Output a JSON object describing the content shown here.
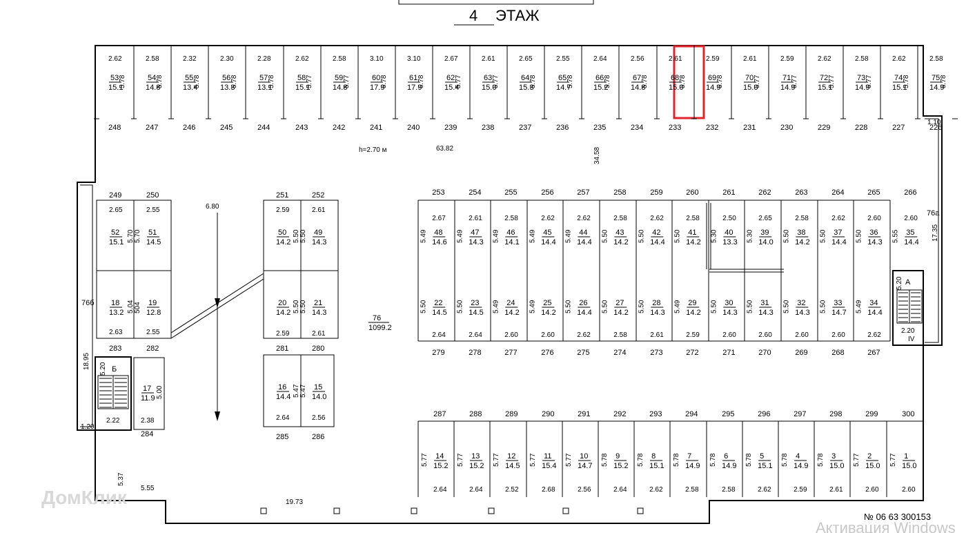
{
  "header": {
    "floor_number": "4",
    "floor_label": "ЭТАЖ"
  },
  "footer": {
    "document_number": "№ 06 63 300153",
    "activation_text": "Активация Windows",
    "watermark": "ДомКлик"
  },
  "notes": {
    "height": "h=2.70 м",
    "width_total": "63.82",
    "depth_total": "34.58",
    "ramp_length": "6.80",
    "bottom_width": "19.73",
    "left_stair_height": "18.95",
    "right_stair_height": "17.35",
    "corner_a": "1.10",
    "corner_b": "1.20",
    "left_bottom_depth": "5.37",
    "left_bottom_width": "5.55"
  },
  "common_area": {
    "id": "76",
    "area": "1099.2"
  },
  "stair_a": {
    "label": "А",
    "width": "2.20",
    "depth": "5.20",
    "roman": "IV"
  },
  "stair_b": {
    "label": "Б",
    "width": "2.22",
    "depth": "5.20"
  },
  "side_rooms": {
    "left": "76б",
    "right": "76а"
  },
  "row_top": [
    {
      "id": "53",
      "area": "15.1",
      "w": "2.62",
      "d": "5.78",
      "num": "248"
    },
    {
      "id": "54",
      "area": "14.8",
      "w": "2.58",
      "d": "5.78",
      "num": "247"
    },
    {
      "id": "55",
      "area": "13.4",
      "w": "2.32",
      "d": "5.78",
      "num": "246"
    },
    {
      "id": "56",
      "area": "13.3",
      "w": "2.30",
      "d": "5.78",
      "num": "245"
    },
    {
      "id": "57",
      "area": "13.1",
      "w": "2.28",
      "d": "5.78",
      "num": "244"
    },
    {
      "id": "58",
      "area": "15.1",
      "w": "2.62",
      "d": "5.77",
      "num": "243"
    },
    {
      "id": "59",
      "area": "14.8",
      "w": "2.58",
      "d": "5.77",
      "num": "242"
    },
    {
      "id": "60",
      "area": "17.9",
      "w": "3.10",
      "d": "5.78",
      "num": "241"
    },
    {
      "id": "61",
      "area": "17.9",
      "w": "3.10",
      "d": "5.78",
      "num": "240"
    },
    {
      "id": "62",
      "area": "15.4",
      "w": "2.67",
      "d": "5.77",
      "num": "239"
    },
    {
      "id": "63",
      "area": "15.0",
      "w": "2.61",
      "d": "5.77",
      "num": "238"
    },
    {
      "id": "64",
      "area": "15.3",
      "w": "2.65",
      "d": "5.78",
      "num": "237"
    },
    {
      "id": "65",
      "area": "14.7",
      "w": "2.55",
      "d": "5.78",
      "num": "236"
    },
    {
      "id": "66",
      "area": "15.2",
      "w": "2.64",
      "d": "5.78",
      "num": "235"
    },
    {
      "id": "67",
      "area": "14.8",
      "w": "2.56",
      "d": "5.78",
      "num": "234"
    },
    {
      "id": "68",
      "area": "15.0",
      "w": "2.61",
      "d": "5.78",
      "num": "233"
    },
    {
      "id": "69",
      "area": "14.9",
      "w": "2.59",
      "d": "5.78",
      "num": "232"
    },
    {
      "id": "70",
      "area": "15.0",
      "w": "2.61",
      "d": "5.77",
      "num": "231"
    },
    {
      "id": "71",
      "area": "14.9",
      "w": "2.59",
      "d": "5.77",
      "num": "230"
    },
    {
      "id": "72",
      "area": "15.1",
      "w": "2.62",
      "d": "5.77",
      "num": "229"
    },
    {
      "id": "73",
      "area": "14.9",
      "w": "2.58",
      "d": "5.77",
      "num": "228"
    },
    {
      "id": "74",
      "area": "15.1",
      "w": "2.62",
      "d": "5.78",
      "num": "227"
    },
    {
      "id": "75",
      "area": "14.9",
      "w": "2.58",
      "d": "5.78",
      "num": "226"
    }
  ],
  "row_mid_upper": [
    {
      "id": "48",
      "area": "14.6",
      "w": "2.67",
      "d": "5.49",
      "num": "253"
    },
    {
      "id": "47",
      "area": "14.3",
      "w": "2.61",
      "d": "5.49",
      "num": "254"
    },
    {
      "id": "46",
      "area": "14.1",
      "w": "2.58",
      "d": "5.49",
      "num": "255"
    },
    {
      "id": "45",
      "area": "14.4",
      "w": "2.62",
      "d": "5.49",
      "num": "256"
    },
    {
      "id": "44",
      "area": "14.4",
      "w": "2.62",
      "d": "5.49",
      "num": "257"
    },
    {
      "id": "43",
      "area": "14.2",
      "w": "2.58",
      "d": "5.50",
      "num": "258"
    },
    {
      "id": "42",
      "area": "14.4",
      "w": "2.62",
      "d": "5.50",
      "num": "259"
    },
    {
      "id": "41",
      "area": "14.2",
      "w": "2.58",
      "d": "5.50",
      "num": "260"
    },
    {
      "id": "40",
      "area": "13.3",
      "w": "2.50",
      "d": "5.30",
      "num": "261"
    },
    {
      "id": "39",
      "area": "14.0",
      "w": "2.65",
      "d": "5.30",
      "num": "262"
    },
    {
      "id": "38",
      "area": "14.2",
      "w": "2.58",
      "d": "5.50",
      "num": "263"
    },
    {
      "id": "37",
      "area": "14.4",
      "w": "2.62",
      "d": "5.50",
      "num": "264"
    },
    {
      "id": "36",
      "area": "14.3",
      "w": "2.60",
      "d": "5.50",
      "num": "265"
    },
    {
      "id": "35",
      "area": "14.4",
      "w": "2.60",
      "d": "5.55",
      "num": "266"
    }
  ],
  "row_mid_lower": [
    {
      "id": "22",
      "area": "14.5",
      "w": "2.64",
      "d": "5.50",
      "num": "279"
    },
    {
      "id": "23",
      "area": "14.5",
      "w": "2.64",
      "d": "5.50",
      "num": "278"
    },
    {
      "id": "24",
      "area": "14.2",
      "w": "2.60",
      "d": "5.49",
      "num": "277"
    },
    {
      "id": "25",
      "area": "14.2",
      "w": "2.60",
      "d": "5.49",
      "num": "276"
    },
    {
      "id": "26",
      "area": "14.4",
      "w": "2.62",
      "d": "5.50",
      "num": "275"
    },
    {
      "id": "27",
      "area": "14.2",
      "w": "2.58",
      "d": "5.50",
      "num": "274"
    },
    {
      "id": "28",
      "area": "14.3",
      "w": "2.61",
      "d": "5.50",
      "num": "273"
    },
    {
      "id": "29",
      "area": "14.2",
      "w": "2.59",
      "d": "5.49",
      "num": "272"
    },
    {
      "id": "30",
      "area": "14.3",
      "w": "2.60",
      "d": "5.50",
      "num": "271"
    },
    {
      "id": "31",
      "area": "14.3",
      "w": "2.60",
      "d": "5.50",
      "num": "270"
    },
    {
      "id": "32",
      "area": "14.3",
      "w": "2.60",
      "d": "5.50",
      "num": "269"
    },
    {
      "id": "33",
      "area": "14.7",
      "w": "2.60",
      "d": "5.50",
      "num": "268"
    },
    {
      "id": "34",
      "area": "14.4",
      "w": "2.62",
      "d": "5.49",
      "num": "267"
    }
  ],
  "row_bottom": [
    {
      "id": "14",
      "area": "15.2",
      "w": "2.64",
      "d": "5.77",
      "num": "287"
    },
    {
      "id": "13",
      "area": "15.2",
      "w": "2.64",
      "d": "5.77",
      "num": "288"
    },
    {
      "id": "12",
      "area": "14.5",
      "w": "2.52",
      "d": "5.77",
      "num": "289"
    },
    {
      "id": "11",
      "area": "15.4",
      "w": "2.68",
      "d": "5.77",
      "num": "290"
    },
    {
      "id": "10",
      "area": "14.7",
      "w": "2.56",
      "d": "5.77",
      "num": "291"
    },
    {
      "id": "9",
      "area": "15.2",
      "w": "2.64",
      "d": "5.78",
      "num": "292"
    },
    {
      "id": "8",
      "area": "15.1",
      "w": "2.62",
      "d": "5.78",
      "num": "293"
    },
    {
      "id": "7",
      "area": "14.9",
      "w": "2.58",
      "d": "5.78",
      "num": "294"
    },
    {
      "id": "6",
      "area": "14.9",
      "w": "2.58",
      "d": "5.78",
      "num": "295"
    },
    {
      "id": "5",
      "area": "15.1",
      "w": "2.62",
      "d": "5.78",
      "num": "296"
    },
    {
      "id": "4",
      "area": "14.9",
      "w": "2.59",
      "d": "5.78",
      "num": "297"
    },
    {
      "id": "3",
      "area": "15.0",
      "w": "2.61",
      "d": "5.78",
      "num": "298"
    },
    {
      "id": "2",
      "area": "15.0",
      "w": "2.60",
      "d": "5.77",
      "num": "299"
    },
    {
      "id": "1",
      "area": "15.0",
      "w": "2.60",
      "d": "5.77",
      "num": "300"
    }
  ],
  "left_upper": [
    {
      "id": "52",
      "area": "15.1",
      "w": "2.65",
      "d": "5.70",
      "num": "249"
    },
    {
      "id": "51",
      "area": "14.5",
      "w": "2.55",
      "d": "5.70",
      "num": "250"
    }
  ],
  "left_lower": [
    {
      "id": "18",
      "area": "13.2",
      "w": "2.63",
      "d": "5.04",
      "num": "283"
    },
    {
      "id": "19",
      "area": "12.8",
      "w": "2.55",
      "d": "504",
      "num": "282"
    }
  ],
  "left_single": {
    "id": "17",
    "area": "11.9",
    "w": "2.38",
    "d": "5.00",
    "num": "284"
  },
  "center_upper": [
    {
      "id": "50",
      "area": "14.2",
      "w": "2.59",
      "d": "5.50",
      "num": "251"
    },
    {
      "id": "49",
      "area": "14.3",
      "w": "2.61",
      "d": "5.50",
      "num": "252"
    }
  ],
  "center_middle": [
    {
      "id": "20",
      "area": "14.2",
      "w": "2.59",
      "d": "5.50",
      "num": "281"
    },
    {
      "id": "21",
      "area": "14.3",
      "w": "2.61",
      "d": "5.50",
      "num": "280"
    }
  ],
  "center_lower": [
    {
      "id": "16",
      "area": "14.4",
      "w": "2.64",
      "d": "5.47",
      "num": "285"
    },
    {
      "id": "15",
      "area": "14.0",
      "w": "2.56",
      "d": "5.47",
      "num": "286"
    }
  ],
  "highlighted_space": "69"
}
